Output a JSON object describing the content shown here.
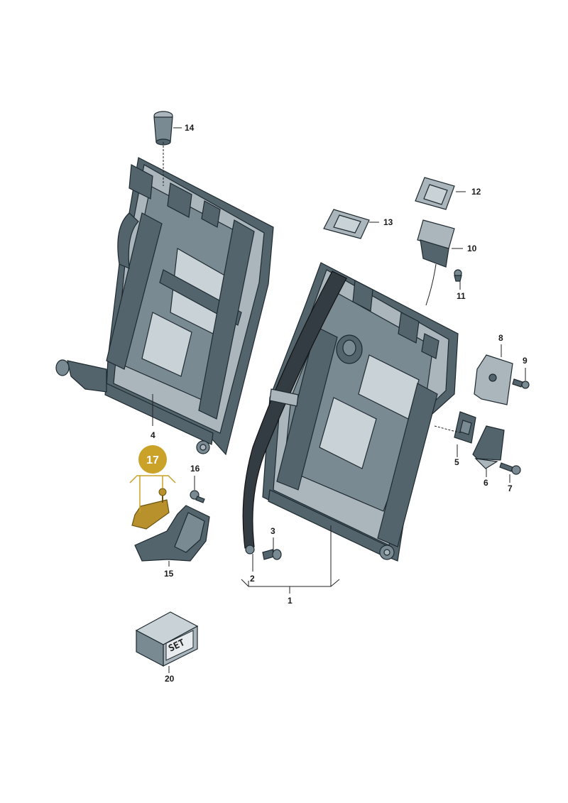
{
  "colors": {
    "highlight": "#c9a227",
    "highlight_fill": "#b8912c",
    "part_dark": "#53646d",
    "part_light": "#aab6bc",
    "belt": "#333c42"
  },
  "highlighted_part": "17",
  "set_box_text": "SET",
  "labels": [
    {
      "id": "1",
      "text": "1"
    },
    {
      "id": "2",
      "text": "2"
    },
    {
      "id": "3",
      "text": "3"
    },
    {
      "id": "4",
      "text": "4"
    },
    {
      "id": "5",
      "text": "5"
    },
    {
      "id": "6",
      "text": "6"
    },
    {
      "id": "7",
      "text": "7"
    },
    {
      "id": "8",
      "text": "8"
    },
    {
      "id": "9",
      "text": "9"
    },
    {
      "id": "10",
      "text": "10"
    },
    {
      "id": "11",
      "text": "11"
    },
    {
      "id": "12",
      "text": "12"
    },
    {
      "id": "13",
      "text": "13"
    },
    {
      "id": "14",
      "text": "14"
    },
    {
      "id": "15",
      "text": "15"
    },
    {
      "id": "16",
      "text": "16"
    },
    {
      "id": "17",
      "text": "17"
    },
    {
      "id": "20",
      "text": "20"
    }
  ]
}
